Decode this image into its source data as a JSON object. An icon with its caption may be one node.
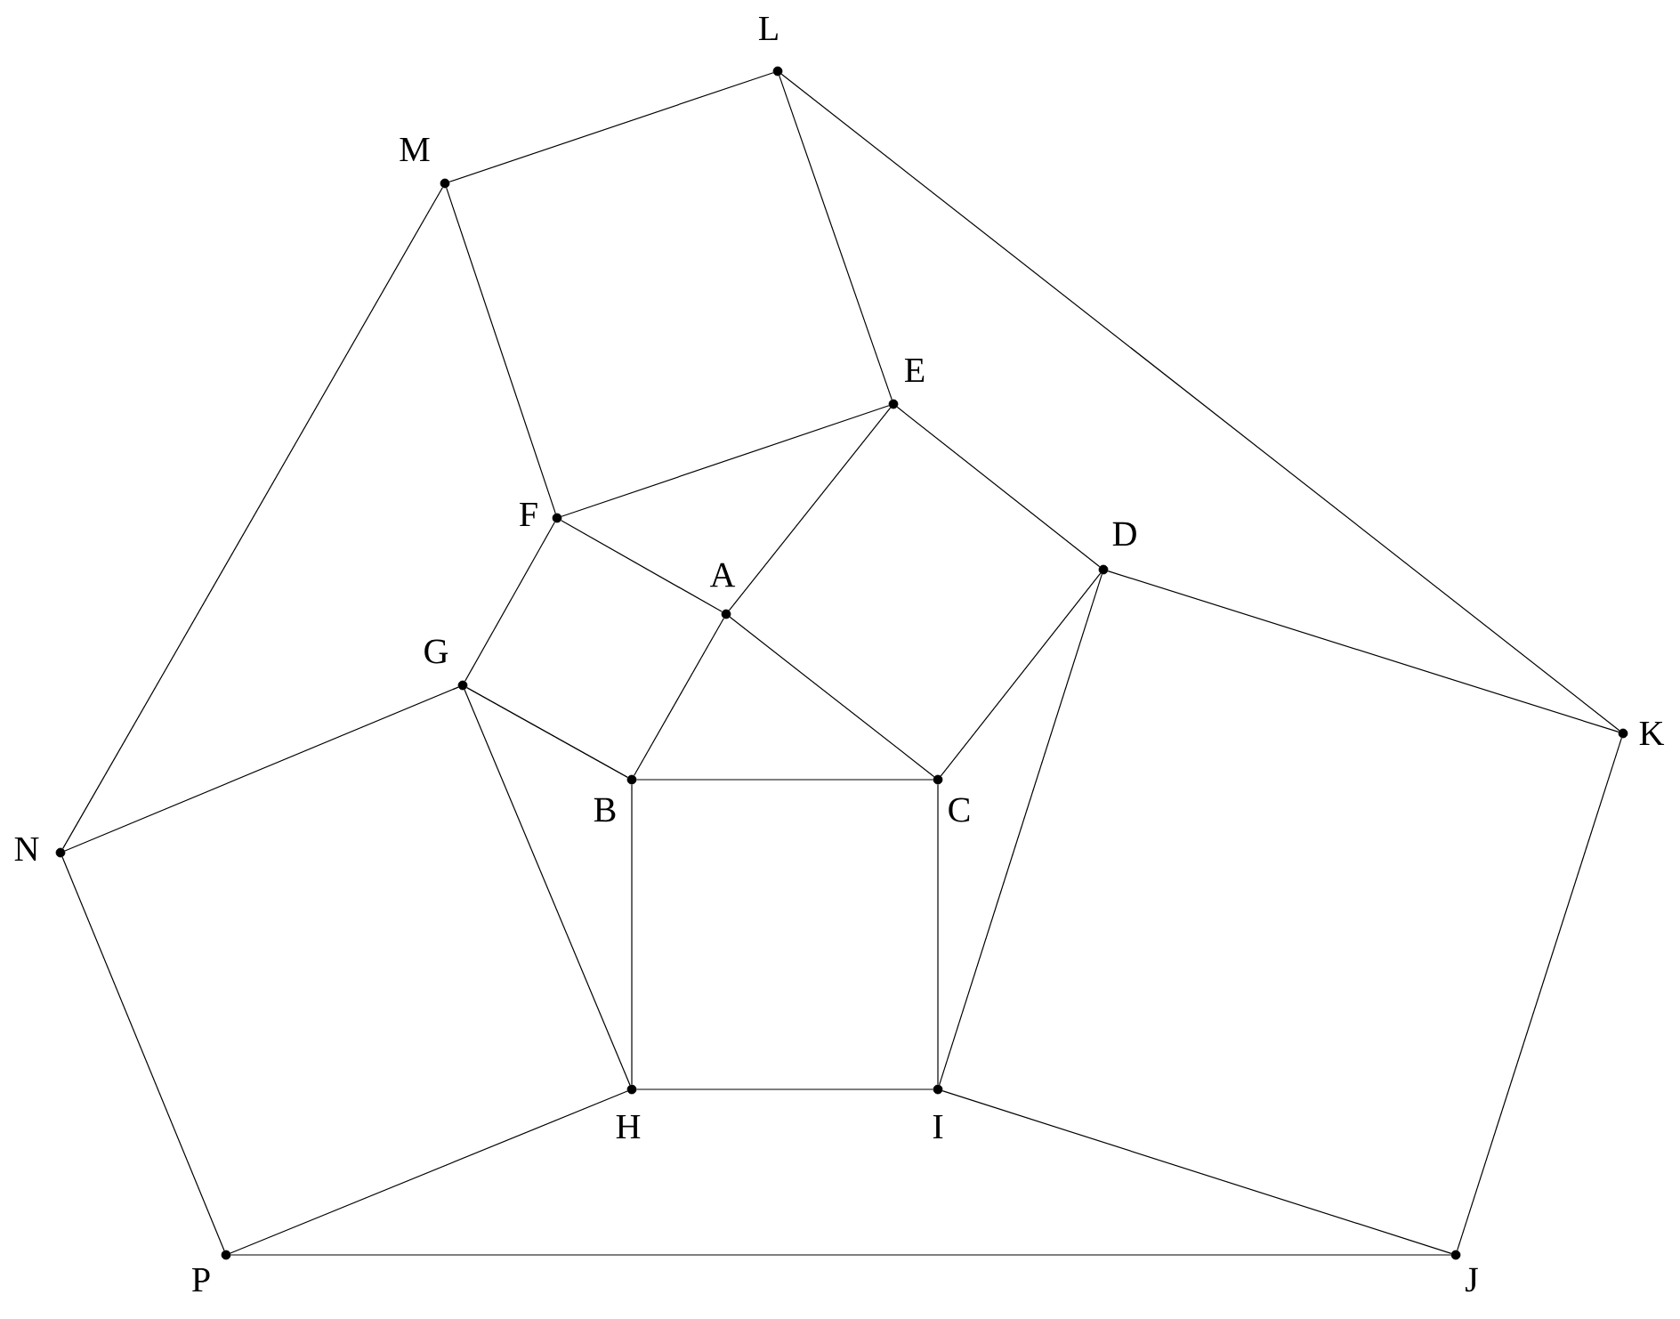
{
  "diagram": {
    "nodes": [
      {
        "text": [],
        "shape": "circle",
        "beside": [
          "L"
        ]
      },
      {
        "text": [],
        "shape": "circle",
        "beside": [
          "M"
        ]
      },
      {
        "text": [],
        "shape": "circle",
        "beside": [
          "E"
        ]
      },
      {
        "text": [],
        "shape": "circle",
        "beside": [
          "F"
        ]
      },
      {
        "text": [],
        "shape": "circle",
        "beside": [
          "D"
        ]
      },
      {
        "text": [],
        "shape": "circle",
        "beside": [
          "A"
        ]
      },
      {
        "text": [],
        "shape": "circle",
        "beside": [
          "G"
        ]
      },
      {
        "text": [],
        "shape": "circle",
        "beside": [
          "K"
        ]
      },
      {
        "text": [],
        "shape": "circle",
        "beside": [
          "B"
        ]
      },
      {
        "text": [],
        "shape": "circle",
        "beside": [
          "C"
        ]
      },
      {
        "text": [],
        "shape": "circle",
        "beside": [
          "N"
        ]
      },
      {
        "text": [],
        "shape": "circle",
        "beside": [
          "H"
        ]
      },
      {
        "text": [],
        "shape": "circle",
        "beside": [
          "I"
        ]
      },
      {
        "text": [],
        "shape": "circle",
        "beside": [
          "P"
        ]
      },
      {
        "text": [],
        "shape": "circle",
        "beside": [
          "J"
        ]
      }
    ],
    "edges": [
      {
        "from": 0,
        "to": 1,
        "arrow": "none"
      },
      {
        "from": 0,
        "to": 2,
        "arrow": "none"
      },
      {
        "from": 0,
        "to": 7,
        "arrow": "none"
      },
      {
        "from": 1,
        "to": 3,
        "arrow": "none"
      },
      {
        "from": 1,
        "to": 10,
        "arrow": "none"
      },
      {
        "from": 2,
        "to": 3,
        "arrow": "none"
      },
      {
        "from": 2,
        "to": 4,
        "arrow": "none"
      },
      {
        "from": 2,
        "to": 5,
        "arrow": "none"
      },
      {
        "from": 5,
        "to": 8,
        "arrow": "none"
      },
      {
        "from": 3,
        "to": 5,
        "arrow": "none"
      },
      {
        "from": 5,
        "to": 9,
        "arrow": "none"
      },
      {
        "from": 3,
        "to": 6,
        "arrow": "none"
      },
      {
        "from": 4,
        "to": 9,
        "arrow": "none"
      },
      {
        "from": 4,
        "to": 12,
        "arrow": "none"
      },
      {
        "from": 4,
        "to": 7,
        "arrow": "none"
      },
      {
        "from": 6,
        "to": 8,
        "arrow": "none"
      },
      {
        "from": 6,
        "to": 11,
        "arrow": "none"
      },
      {
        "from": 6,
        "to": 10,
        "arrow": "none"
      },
      {
        "from": 8,
        "to": 9,
        "arrow": "none"
      },
      {
        "from": 8,
        "to": 11,
        "arrow": "none"
      },
      {
        "from": 9,
        "to": 12,
        "arrow": "none"
      },
      {
        "from": 11,
        "to": 12,
        "arrow": "none"
      },
      {
        "from": 10,
        "to": 13,
        "arrow": "none"
      },
      {
        "from": 11,
        "to": 13,
        "arrow": "none"
      },
      {
        "from": 12,
        "to": 14,
        "arrow": "none"
      },
      {
        "from": 7,
        "to": 14,
        "arrow": "none"
      },
      {
        "from": 13,
        "to": 14,
        "arrow": "none"
      }
    ]
  }
}
